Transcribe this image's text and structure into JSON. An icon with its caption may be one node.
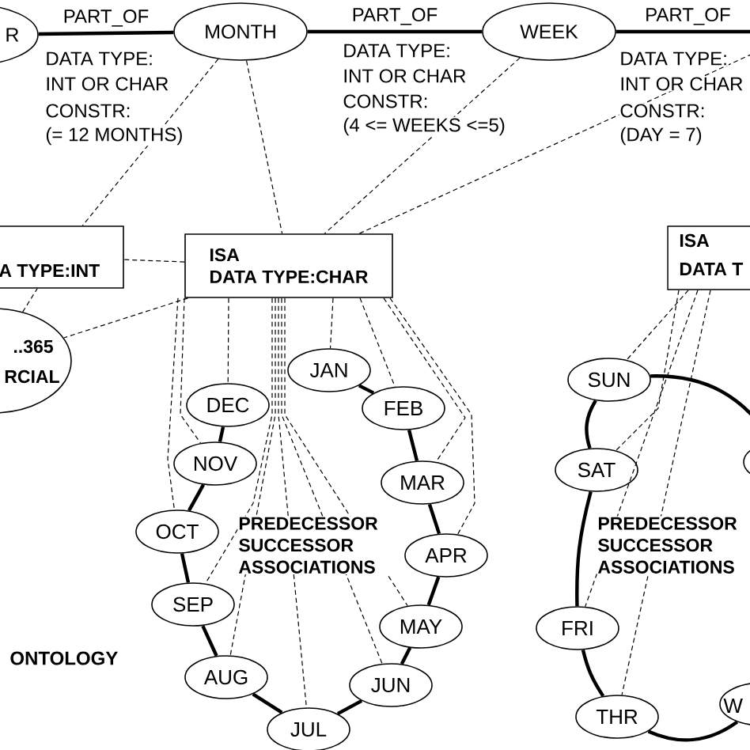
{
  "diagram": {
    "nodes": [
      {
        "text": [
          "R"
        ]
      },
      {
        "text": [
          "MONTH"
        ]
      },
      {
        "text": [
          "WEEK"
        ]
      },
      {
        "text": [
          "A TYPE:INT"
        ]
      },
      {
        "text": [
          "ISA",
          "DATA TYPE:CHAR"
        ]
      },
      {
        "text": [
          "ISA",
          "DATA T"
        ]
      },
      {
        "text": [
          "..365",
          "RCIAL"
        ]
      },
      {
        "text": [
          "JAN"
        ]
      },
      {
        "text": [
          "FEB"
        ]
      },
      {
        "text": [
          "MAR"
        ]
      },
      {
        "text": [
          "APR"
        ]
      },
      {
        "text": [
          "MAY"
        ]
      },
      {
        "text": [
          "JUN"
        ]
      },
      {
        "text": [
          "JUL"
        ]
      },
      {
        "text": [
          "AUG"
        ]
      },
      {
        "text": [
          "SEP"
        ]
      },
      {
        "text": [
          "OCT"
        ]
      },
      {
        "text": [
          "NOV"
        ]
      },
      {
        "text": [
          "DEC"
        ]
      },
      {
        "text": [
          "SUN"
        ]
      },
      {
        "text": [
          "SAT"
        ]
      },
      {
        "text": [
          "FRI"
        ]
      },
      {
        "text": [
          "THR"
        ]
      },
      {
        "text": [
          "W"
        ]
      },
      {
        "text": [],
        "shape": "ellipse"
      }
    ],
    "edges": [
      {
        "from": 0,
        "to": 1,
        "arrow": "none",
        "label": "PART_OF",
        "style": "thick"
      },
      {
        "from": 1,
        "to": 2,
        "arrow": "none",
        "label": "PART_OF",
        "style": "thick"
      },
      {
        "from": 2,
        "to": null,
        "arrow": "none",
        "label": "PART_OF",
        "style": "thick"
      },
      {
        "from": 7,
        "to": 8,
        "arrow": "none",
        "style": "thick"
      },
      {
        "from": 8,
        "to": 9,
        "arrow": "none",
        "style": "thick"
      },
      {
        "from": 9,
        "to": 10,
        "arrow": "none",
        "style": "thick"
      },
      {
        "from": 10,
        "to": 11,
        "arrow": "none",
        "style": "thick"
      },
      {
        "from": 11,
        "to": 12,
        "arrow": "none",
        "style": "thick"
      },
      {
        "from": 12,
        "to": 13,
        "arrow": "none",
        "style": "thick"
      },
      {
        "from": 13,
        "to": 14,
        "arrow": "none",
        "style": "thick"
      },
      {
        "from": 14,
        "to": 15,
        "arrow": "none",
        "style": "thick"
      },
      {
        "from": 15,
        "to": 16,
        "arrow": "none",
        "style": "thick"
      },
      {
        "from": 16,
        "to": 17,
        "arrow": "none",
        "style": "thick"
      },
      {
        "from": 17,
        "to": 18,
        "arrow": "none",
        "style": "thick"
      },
      {
        "from": 19,
        "to": 20,
        "arrow": "none",
        "style": "thick"
      },
      {
        "from": 20,
        "to": 21,
        "arrow": "none",
        "style": "thick"
      },
      {
        "from": 21,
        "to": 22,
        "arrow": "none",
        "style": "thick"
      },
      {
        "from": 22,
        "to": 23,
        "arrow": "none",
        "style": "thick"
      },
      {
        "from": 19,
        "to": 24,
        "arrow": "none",
        "style": "thick"
      },
      {
        "from": 1,
        "to": 3,
        "arrow": "none",
        "style": "dashed"
      },
      {
        "from": 1,
        "to": 4,
        "arrow": "none",
        "style": "dashed"
      },
      {
        "from": 2,
        "to": 4,
        "arrow": "none",
        "style": "dashed"
      },
      {
        "from": null,
        "to": 4,
        "arrow": "none",
        "style": "dashed"
      },
      {
        "from": 4,
        "to": 3,
        "arrow": "none",
        "style": "dashed"
      },
      {
        "from": 4,
        "to": 6,
        "arrow": "none",
        "style": "dashed"
      },
      {
        "from": 6,
        "to": 3,
        "arrow": "none",
        "style": "dashed"
      },
      {
        "from": 4,
        "to": 7,
        "arrow": "none",
        "style": "dashed"
      },
      {
        "from": 4,
        "to": 8,
        "arrow": "none",
        "style": "dashed"
      },
      {
        "from": 4,
        "to": 9,
        "arrow": "none",
        "style": "dashed"
      },
      {
        "from": 4,
        "to": 10,
        "arrow": "none",
        "style": "dashed"
      },
      {
        "from": 4,
        "to": 11,
        "arrow": "none",
        "style": "dashed"
      },
      {
        "from": 4,
        "to": 12,
        "arrow": "none",
        "style": "dashed"
      },
      {
        "from": 4,
        "to": 13,
        "arrow": "none",
        "style": "dashed"
      },
      {
        "from": 4,
        "to": 14,
        "arrow": "none",
        "style": "dashed"
      },
      {
        "from": 4,
        "to": 15,
        "arrow": "none",
        "style": "dashed"
      },
      {
        "from": 4,
        "to": 16,
        "arrow": "none",
        "style": "dashed"
      },
      {
        "from": 4,
        "to": 17,
        "arrow": "none",
        "style": "dashed"
      },
      {
        "from": 4,
        "to": 18,
        "arrow": "none",
        "style": "dashed"
      },
      {
        "from": 5,
        "to": 19,
        "arrow": "none",
        "style": "dashed"
      },
      {
        "from": 5,
        "to": 20,
        "arrow": "none",
        "style": "dashed"
      },
      {
        "from": 5,
        "to": 21,
        "arrow": "none",
        "style": "dashed"
      },
      {
        "from": 5,
        "to": 22,
        "arrow": "none",
        "style": "dashed"
      }
    ],
    "labels": [
      "DATA TYPE:",
      "INT OR CHAR",
      "CONSTR:",
      "(= 12 MONTHS)",
      "DATA TYPE:",
      "INT OR CHAR",
      "CONSTR:",
      "(4 <= WEEKS <=5)",
      "DATA TYPE:",
      "INT OR CHAR",
      "CONSTR:",
      "(DAY = 7)",
      "PREDECESSOR SUCCESSOR ASSOCIATIONS",
      "PREDECESSOR SUCCESSOR ASSOCIATIONS",
      "ONTOLOGY"
    ]
  }
}
